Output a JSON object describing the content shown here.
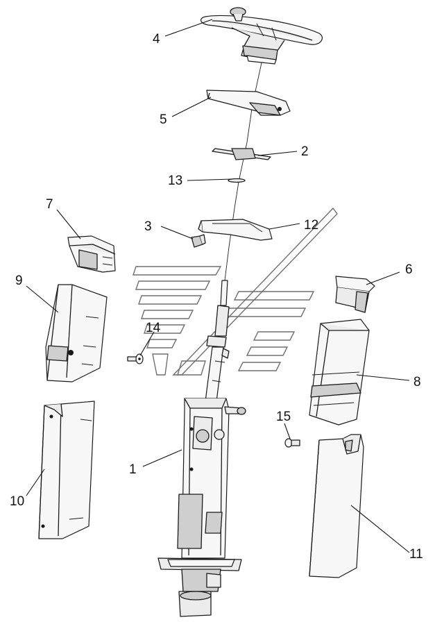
{
  "callouts": [
    {
      "id": "1",
      "label": "1"
    },
    {
      "id": "2",
      "label": "2"
    },
    {
      "id": "3",
      "label": "3"
    },
    {
      "id": "4",
      "label": "4"
    },
    {
      "id": "5",
      "label": "5"
    },
    {
      "id": "6",
      "label": "6"
    },
    {
      "id": "7",
      "label": "7"
    },
    {
      "id": "8",
      "label": "8"
    },
    {
      "id": "9",
      "label": "9"
    },
    {
      "id": "10",
      "label": "10"
    },
    {
      "id": "11",
      "label": "11"
    },
    {
      "id": "12",
      "label": "12"
    },
    {
      "id": "13",
      "label": "13"
    },
    {
      "id": "14",
      "label": "14"
    },
    {
      "id": "15",
      "label": "15"
    }
  ],
  "colors": {
    "line": "#1a1a1a",
    "part_fill": "#ececec",
    "watermark": "#6f6f6f",
    "background": "#ffffff"
  }
}
